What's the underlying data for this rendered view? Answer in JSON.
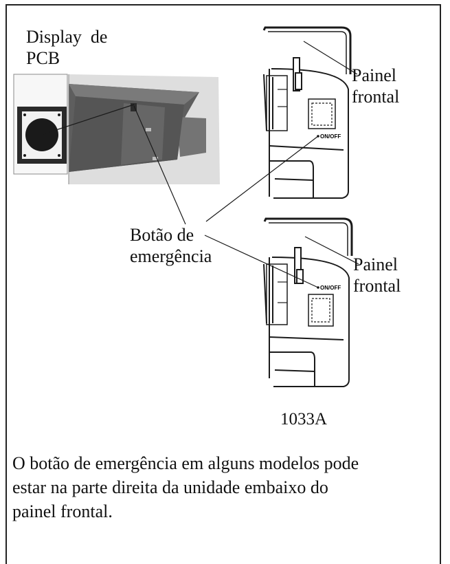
{
  "labels": {
    "display_pcb_line1": "Display  de",
    "display_pcb_line2": "PCB",
    "botao_line1": "Botão de",
    "botao_line2": "emergência",
    "painel_top_line1": "Painel",
    "painel_top_line2": "frontal",
    "painel_bottom_line1": "Painel",
    "painel_bottom_line2": "frontal",
    "onoff_top": "ON/OFF",
    "onoff_bottom": "ON/OFF",
    "model": "1033A"
  },
  "note": {
    "line1": "O botão de emergência em alguns modelos pode",
    "line2": "estar na parte direita da unidade embaixo do",
    "line3": "painel frontal."
  },
  "colors": {
    "ink": "#111111",
    "photo_bg": "#dcdcdc",
    "photo_body": "#6b6b6b",
    "display_frame": "#2a2a2a"
  }
}
